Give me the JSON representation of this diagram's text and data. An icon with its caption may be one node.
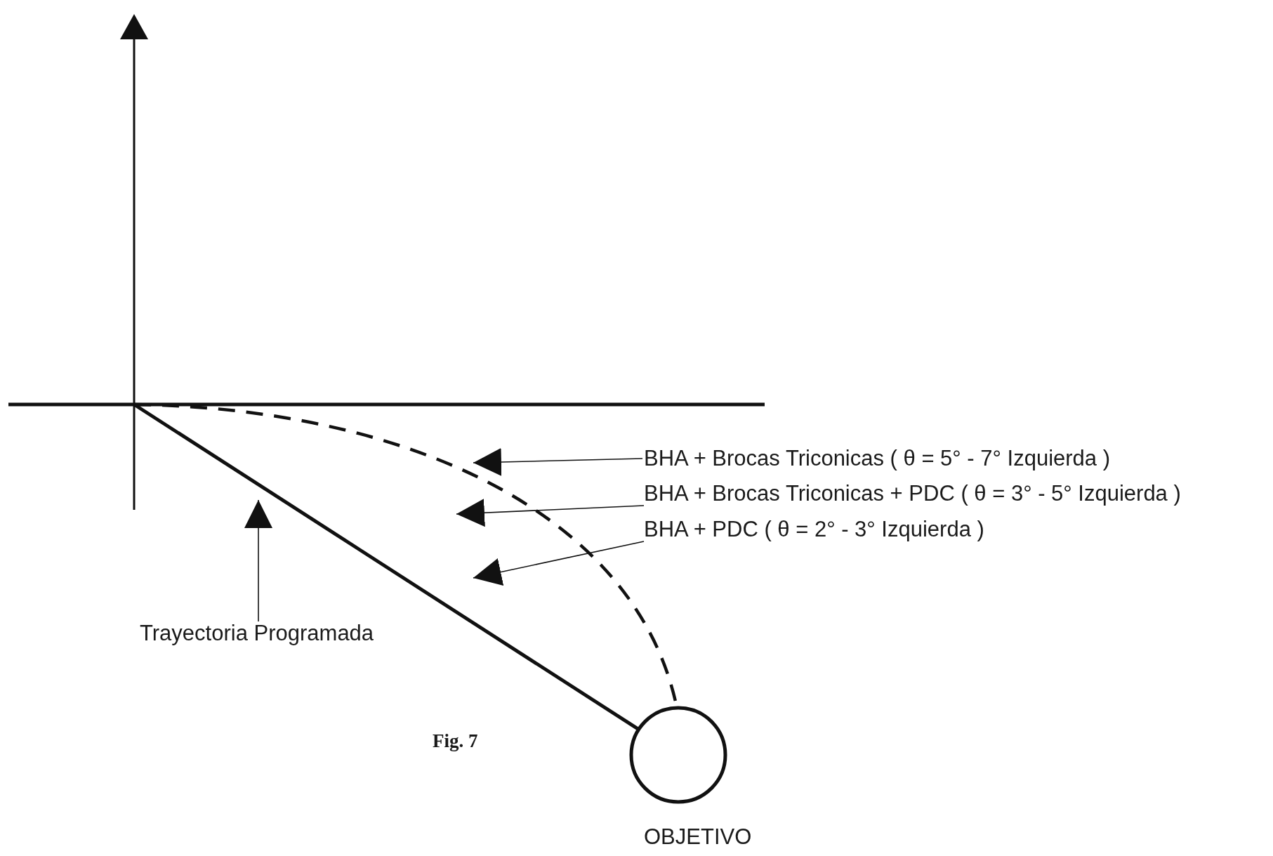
{
  "diagram": {
    "caption": "Fig. 7",
    "nodes": [
      {
        "text": [
          "BHA + Brocas Triconicas ( θ = 5° - 7° Izquierda )"
        ]
      },
      {
        "text": [
          "BHA + Brocas Triconicas + PDC ( θ = 3° - 5° Izquierda )"
        ]
      },
      {
        "text": [
          "BHA + PDC ( θ = 2° - 3° Izquierda )"
        ]
      },
      {
        "text": [
          "Trayectoria Programada"
        ]
      },
      {
        "text": [],
        "shape": "circle",
        "beside": [
          "OBJETIVO"
        ]
      }
    ],
    "edges": [
      {
        "from": 0,
        "to": null,
        "arrow": "to"
      },
      {
        "from": 1,
        "to": null,
        "arrow": "to"
      },
      {
        "from": 2,
        "to": null,
        "arrow": "to"
      },
      {
        "from": 3,
        "to": null,
        "arrow": "to"
      },
      {
        "from": null,
        "to": 4,
        "arrow": "none",
        "style": "thick"
      },
      {
        "from": null,
        "to": 4,
        "arrow": "none",
        "style": "dashed"
      }
    ]
  }
}
